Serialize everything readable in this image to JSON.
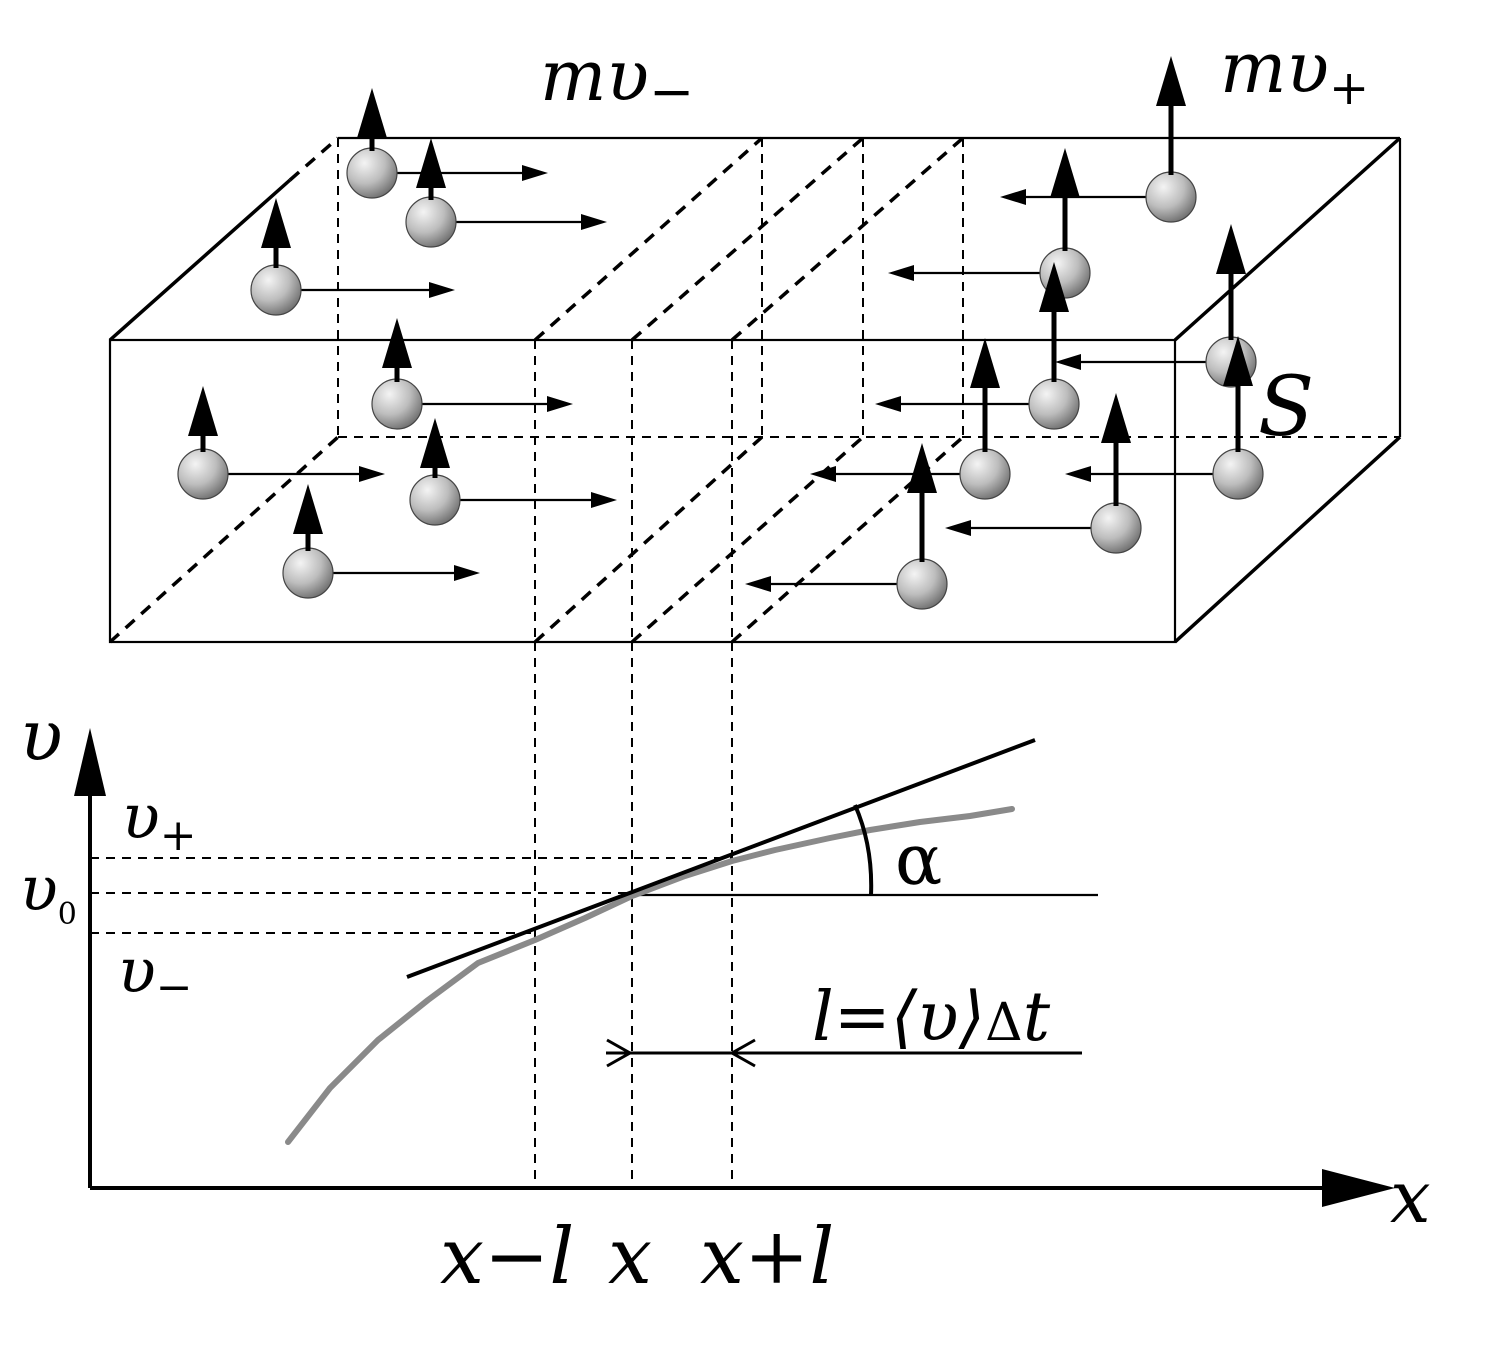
{
  "labels": {
    "mv_minus": {
      "base": "mυ",
      "sub": "−"
    },
    "mv_plus": {
      "base": "mυ",
      "sub": "+"
    },
    "area": "S",
    "axis_y": "υ",
    "axis_x": "x",
    "v_plus": {
      "base": "υ",
      "sub": "+"
    },
    "v_zero": {
      "base": "υ",
      "sub": "0"
    },
    "v_minus": {
      "base": "υ",
      "sub": "−"
    },
    "alpha": "α",
    "free_path": {
      "main": "l=⟨υ⟩",
      "delta": "Δ",
      "t": "t"
    },
    "tick_left": "x−l",
    "tick_mid": "x",
    "tick_right": "x+l"
  },
  "colors": {
    "ink": "#000000",
    "velocity_curve": "#8a8a8a",
    "ball_light": "#f4f4f4",
    "ball_dark": "#6e6e6e"
  }
}
